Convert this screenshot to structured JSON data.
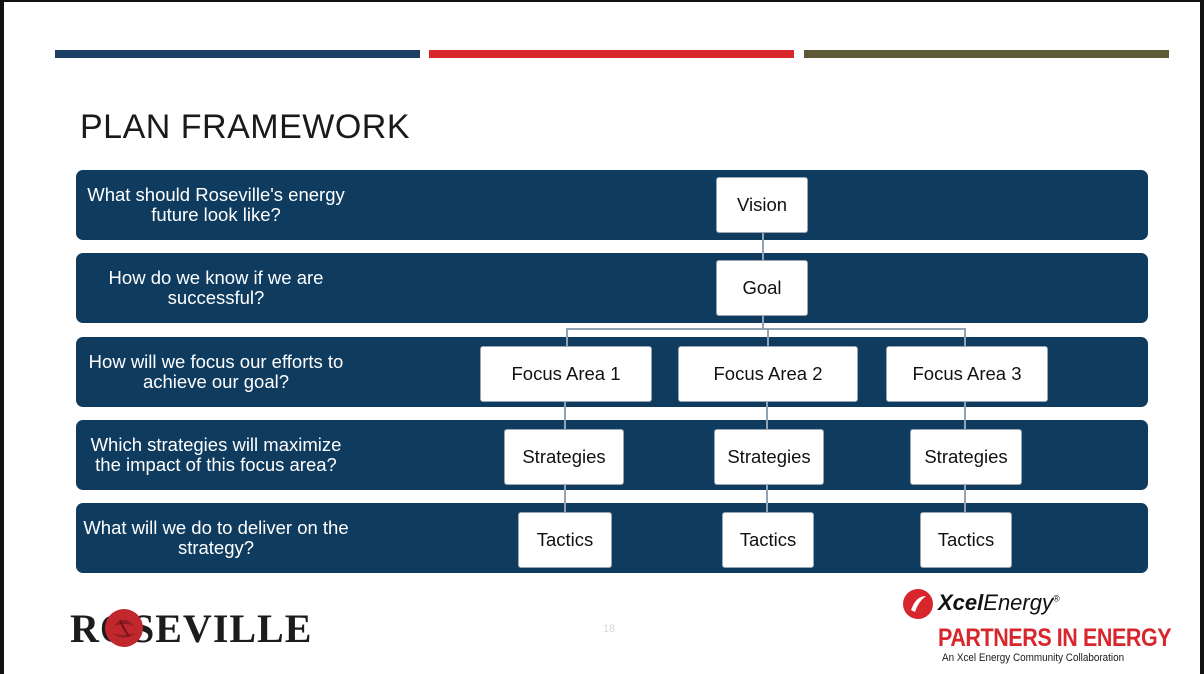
{
  "header": {
    "title": "PLAN FRAMEWORK",
    "accent_colors": [
      "#1c3f66",
      "#d7262c",
      "#5e5a36"
    ]
  },
  "rows": [
    {
      "question": "What should Roseville's energy future look like?"
    },
    {
      "question": "How do we know if we are successful?"
    },
    {
      "question": "How will we focus our efforts to achieve our goal?"
    },
    {
      "question": "Which strategies will maximize the impact of this focus area?"
    },
    {
      "question": "What will we do to deliver on the strategy?"
    }
  ],
  "boxes": {
    "vision": "Vision",
    "goal": "Goal",
    "focus_areas": [
      "Focus Area 1",
      "Focus Area 2",
      "Focus Area 3"
    ],
    "strategies": [
      "Strategies",
      "Strategies",
      "Strategies"
    ],
    "tactics": [
      "Tactics",
      "Tactics",
      "Tactics"
    ]
  },
  "footer": {
    "page_number": "18",
    "roseville_logo": "ROSEVILLE",
    "xcel_bold": "Xcel",
    "xcel_rest": "Energy",
    "xcel_mark": "®",
    "partners": "PARTNERS IN ENERGY",
    "collaboration": "An Xcel Energy Community Collaboration"
  }
}
